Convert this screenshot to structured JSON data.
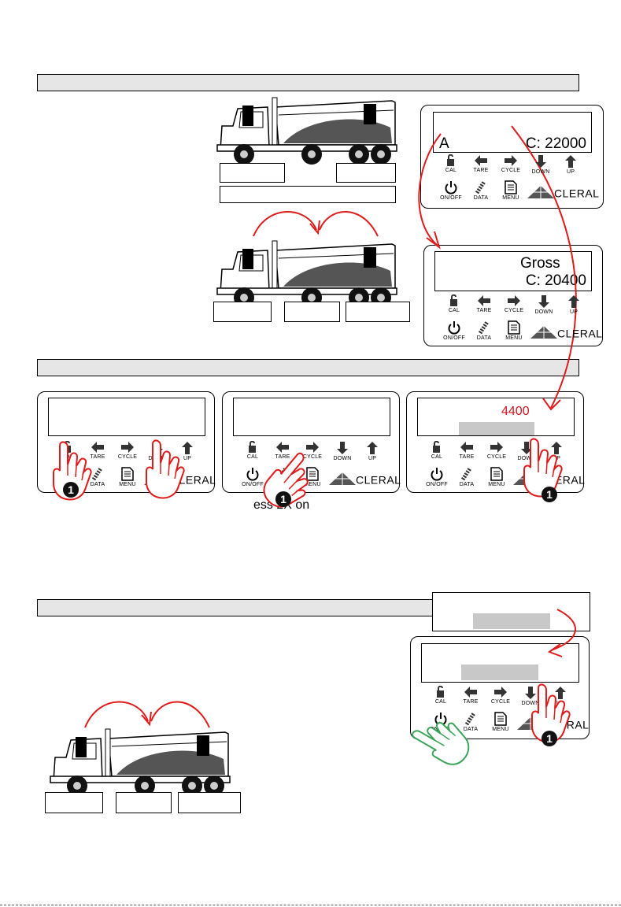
{
  "keypad": {
    "cal": "CAL",
    "tare": "TARE",
    "cycle": "CYCLE",
    "down": "DOWN",
    "up": "UP",
    "onoff": "ON/OFF",
    "data": "DATA",
    "menu": "MENU",
    "brand": "CLERAL"
  },
  "display1": {
    "left": "A",
    "right": "C: 22000"
  },
  "display2": {
    "line1": "Gross",
    "line2": "C: 20400"
  },
  "display5": {
    "value": "4400"
  },
  "press_note": "ess 2X on",
  "step_number": "1",
  "colors": {
    "red_arrow": "#e01b1b",
    "red_text": "#d4141e",
    "green_hand": "#3aa55a",
    "bar_fill": "#e6e6e6",
    "field_gray": "#c8c8c8"
  }
}
